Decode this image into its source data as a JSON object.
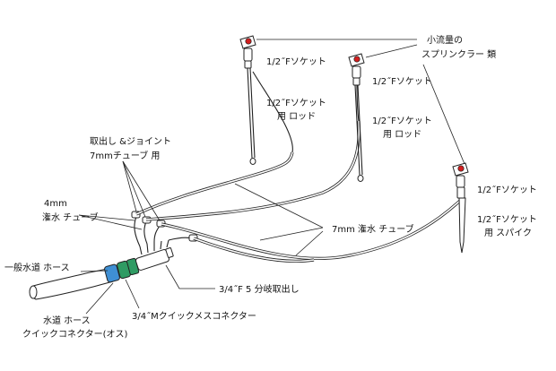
{
  "labels": {
    "sprinkler_type_line1": "小流量の",
    "sprinkler_type_line2": "スプリンクラー 類",
    "socket_a": "1/2˝Fソケット",
    "rod_socket_a": "1/2˝Fソケット",
    "rod_a": "用 ロッド",
    "socket_b": "1/2˝Fソケット",
    "rod_socket_b": "1/2˝Fソケット",
    "rod_b": "用 ロッド",
    "socket_c": "1/2˝Fソケット",
    "spike_socket_c": "1/2˝Fソケット",
    "spike_c": "用 スパイク",
    "takeoff_line1": "取出し &ジョイント",
    "takeoff_line2": "7mmチューブ 用",
    "tube4_line1": "4mm",
    "tube4_line2": "潅水 チューブ",
    "tube7": "7mm 潅水 チューブ",
    "hose": "一般水道 ホース",
    "manifold": "3/4˝F 5 分岐取出し",
    "quick_male": "3/4˝Mクイックメスコネクター",
    "hose_conn_line1": "水道 ホース",
    "hose_conn_line2": "クイックコネクター(オス)"
  },
  "colors": {
    "line": "#222222",
    "sprinkler_red": "#d21e1e",
    "connector_green": "#2f9b63",
    "connector_blue": "#3f8fd4",
    "hose_fill": "#ffffff"
  },
  "icons": [
    "sprinkler-icon",
    "rod-icon",
    "spike-icon",
    "manifold-icon",
    "quick-connector-icon",
    "hose-icon"
  ]
}
